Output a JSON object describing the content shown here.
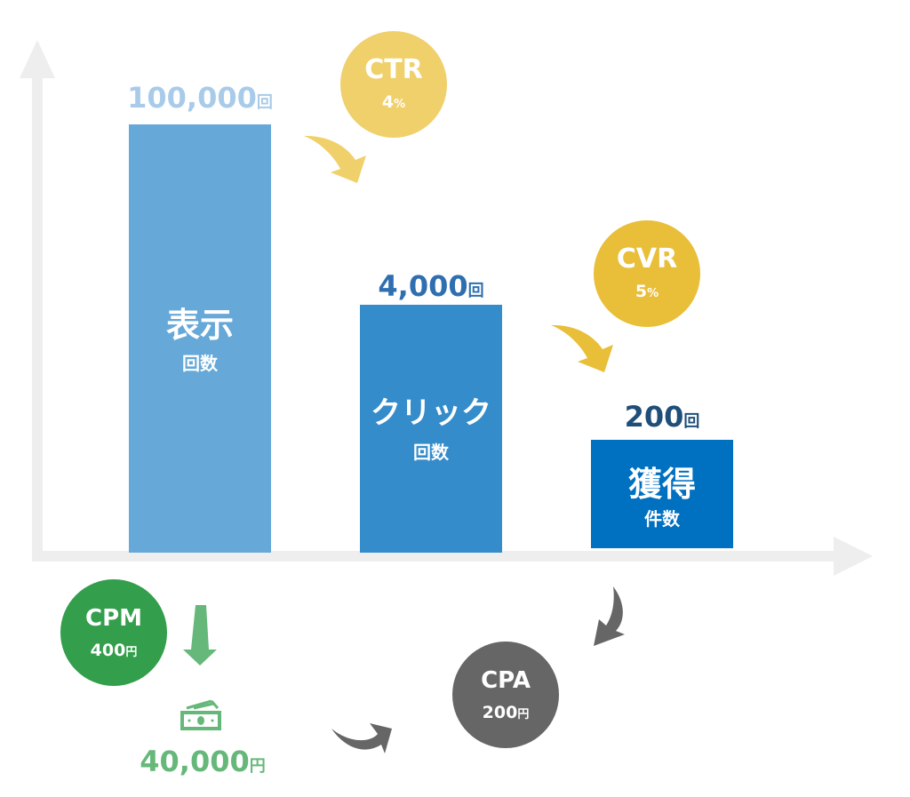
{
  "colors": {
    "axis": "#eeeeee",
    "bar_impressions": "#66a8d8",
    "bar_clicks": "#358ccb",
    "bar_conversions": "#0070c0",
    "ctr": "#f0d06a",
    "cvr": "#e9be38",
    "cpm": "#339e4b",
    "cost": "#66b87a",
    "cpa": "#666666"
  },
  "bars": [
    {
      "value": "100,000",
      "unit": "回",
      "title": "表示",
      "subtitle": "回数"
    },
    {
      "value": "4,000",
      "unit": "回",
      "title": "クリック",
      "subtitle": "回数"
    },
    {
      "value": "200",
      "unit": "回",
      "title": "獲得",
      "subtitle": "件数"
    }
  ],
  "rates": {
    "ctr": {
      "label": "CTR",
      "value": "4",
      "unit": "%"
    },
    "cvr": {
      "label": "CVR",
      "value": "5",
      "unit": "%"
    }
  },
  "cpm": {
    "label": "CPM",
    "value": "400",
    "unit": "円"
  },
  "cost": {
    "value": "40,000",
    "unit": "円",
    "icon": "money-icon"
  },
  "cpa": {
    "label": "CPA",
    "value": "200",
    "unit": "円"
  }
}
